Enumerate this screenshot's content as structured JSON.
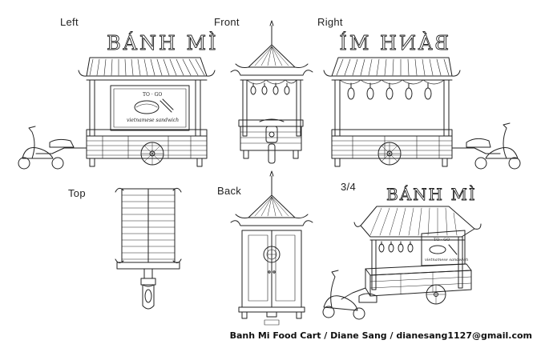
{
  "views": {
    "left": "Left",
    "front": "Front",
    "right": "Right",
    "top": "Top",
    "back": "Back",
    "three_quarter": "3/4"
  },
  "sign": {
    "left": "BÁNH MÌ",
    "right": "BÁNH MÌ",
    "three_quarter": "BÁNH MÌ"
  },
  "menu_board": {
    "to_go": "TO · GO",
    "subtitle": "vietnamese sandwich"
  },
  "credit": "Banh Mi Food Cart / Diane Sang / dianesang1127@gmail.com",
  "colors": {
    "ink": "#222222",
    "paper": "#ffffff"
  }
}
